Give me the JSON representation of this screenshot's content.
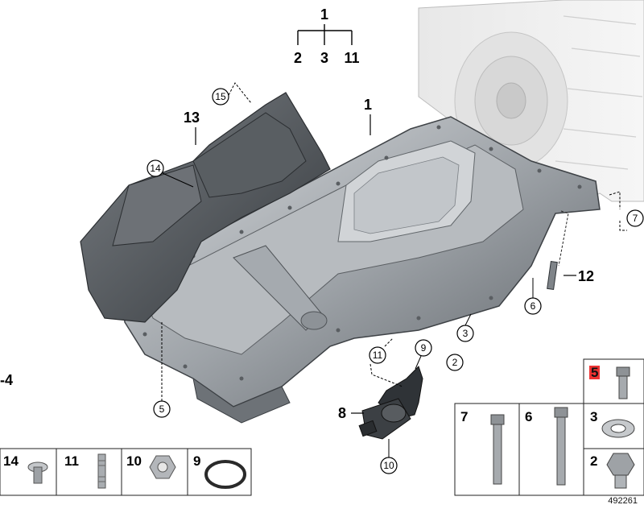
{
  "diagram": {
    "top_tree": {
      "root": "1",
      "children": [
        "2",
        "3",
        "11"
      ]
    },
    "callouts": {
      "c1": "1",
      "c13": "13",
      "c12": "12",
      "c8": "8",
      "c_left": "-4",
      "c15": "15",
      "c14": "14",
      "c7": "7",
      "c6": "6",
      "c3": "3",
      "c2": "2",
      "c9": "9",
      "c11": "11",
      "c5": "5",
      "c10": "10"
    },
    "parts_table": {
      "bottom_row": [
        {
          "num": "14",
          "name": "clip"
        },
        {
          "num": "11",
          "name": "stud"
        },
        {
          "num": "10",
          "name": "hex-nut"
        },
        {
          "num": "9",
          "name": "o-ring"
        }
      ],
      "right_grid": [
        {
          "num": "5",
          "name": "bolt",
          "highlight": true
        },
        {
          "num": "7",
          "name": "long-bolt"
        },
        {
          "num": "6",
          "name": "long-bolt-2"
        },
        {
          "num": "3",
          "name": "washer"
        },
        {
          "num": "2",
          "name": "drain-plug"
        }
      ]
    },
    "diagram_id": "492261",
    "colors": {
      "highlight": "#e33333",
      "metal_dark": "#4a4e52",
      "metal_light": "#c8ccd0"
    }
  }
}
